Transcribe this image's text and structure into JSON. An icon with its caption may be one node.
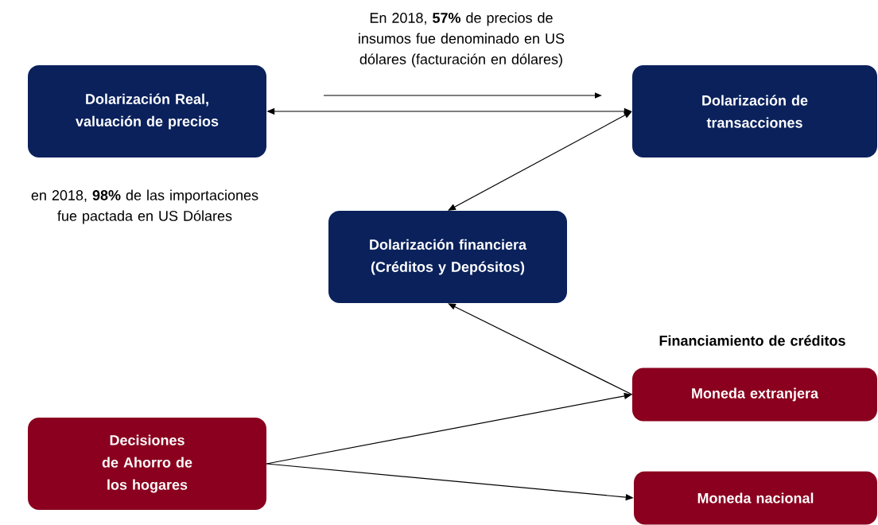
{
  "diagram": {
    "nodes": [
      {
        "text": [
          "Dolarización Real, valuación de precios"
        ]
      },
      {
        "text": [
          "Dolarización de transacciones"
        ]
      },
      {
        "text": [
          "Dolarización financiera (Créditos y Depósitos)"
        ]
      },
      {
        "text": [
          "Moneda extranjera"
        ]
      },
      {
        "text": [
          "Decisiones de Ahorro de los hogares"
        ]
      },
      {
        "text": [
          "Moneda nacional"
        ]
      }
    ],
    "edges": [
      {
        "from": 0,
        "to": 1,
        "arrow": "both"
      },
      {
        "from": 1,
        "to": 2,
        "arrow": "both"
      },
      {
        "from": 3,
        "to": 2,
        "arrow": "to"
      },
      {
        "from": 4,
        "to": 3,
        "arrow": "to"
      },
      {
        "from": 4,
        "to": 5,
        "arrow": "to"
      }
    ],
    "labels": [
      "En 2018, **57%** de precios de insumos fue denominado en US dólares (facturación en dólares)",
      "en 2018, **98%** de las importaciones fue pactada en US Dólares",
      "Financiamiento de créditos"
    ]
  }
}
